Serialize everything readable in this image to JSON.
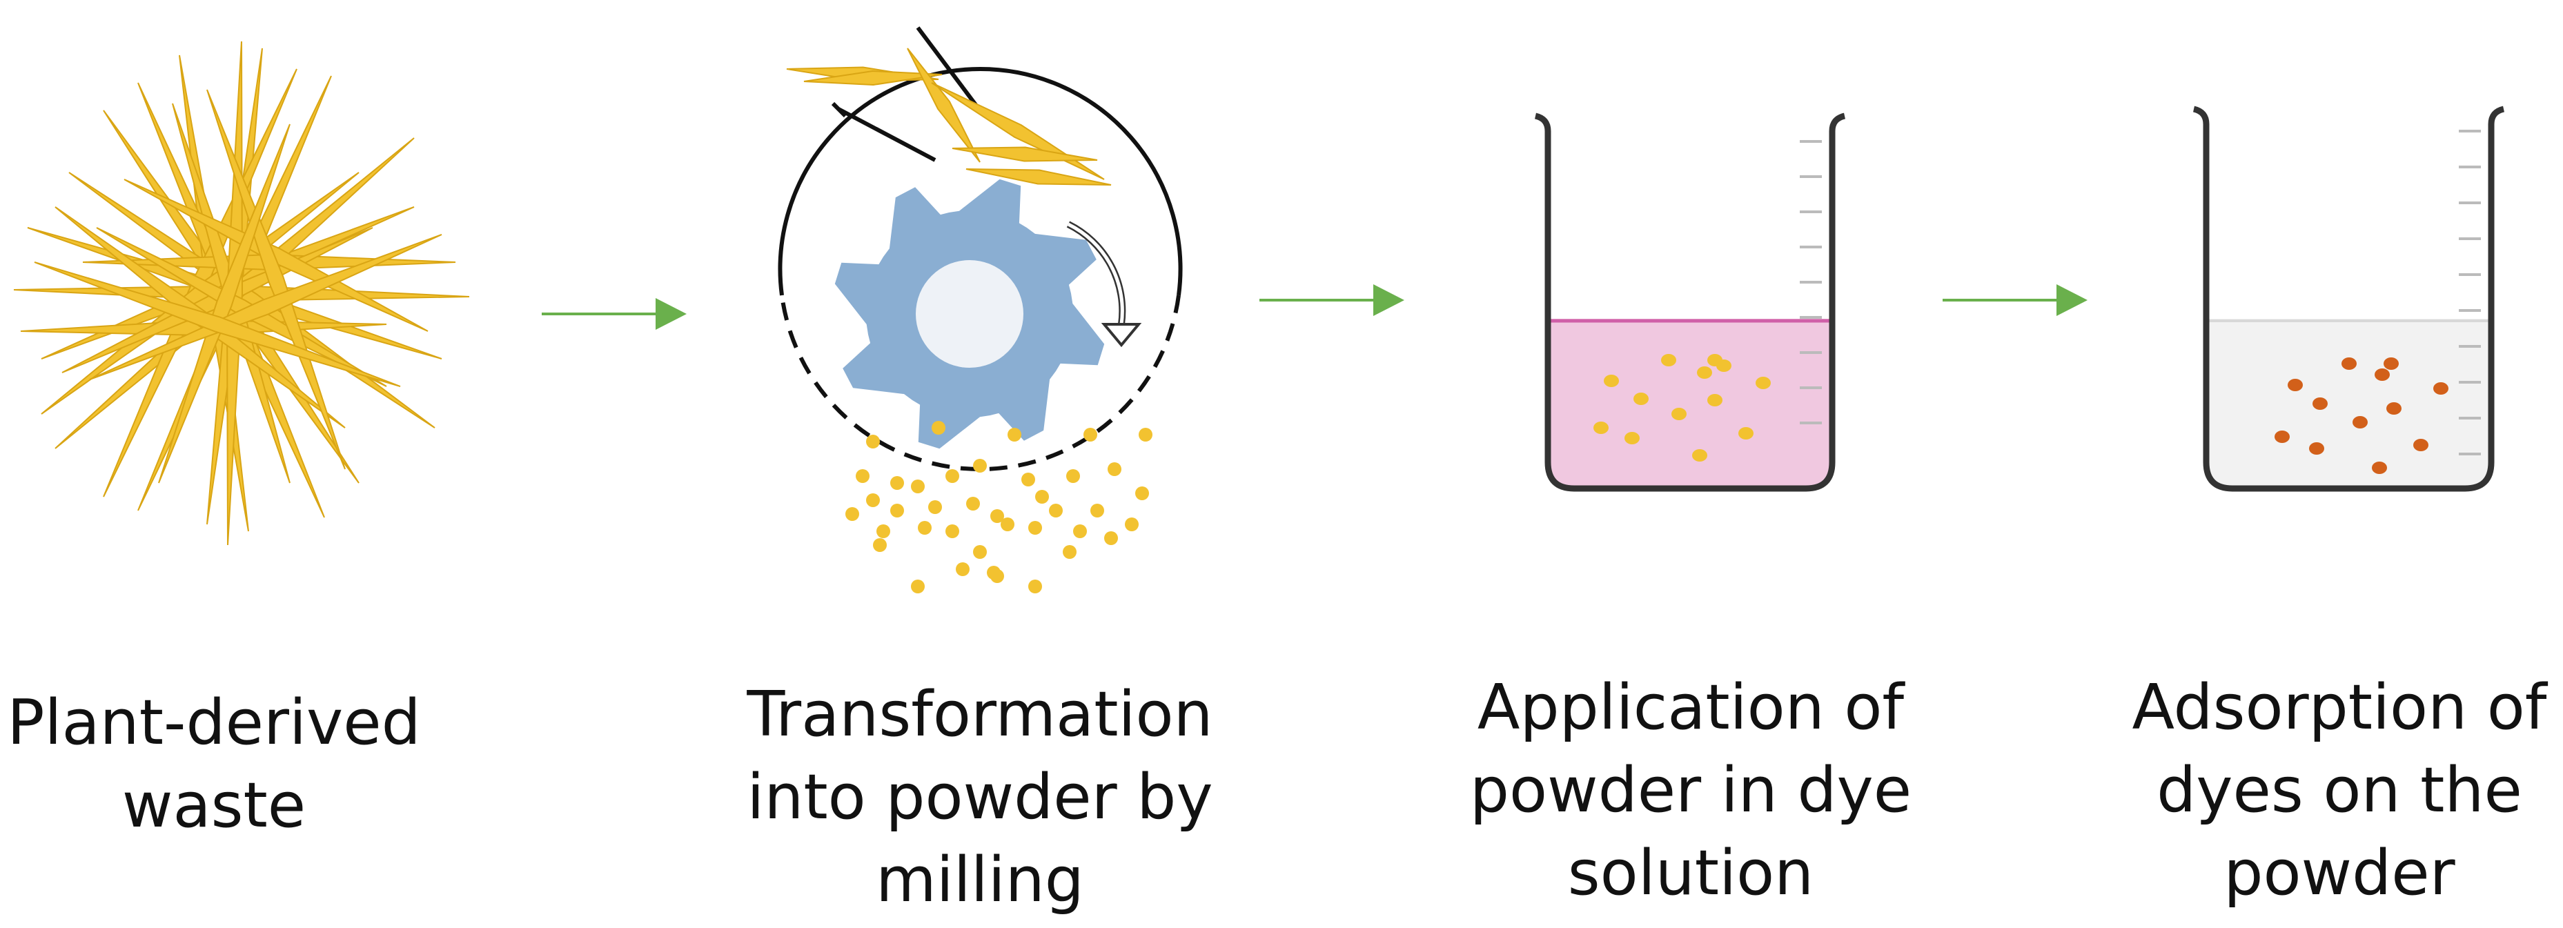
{
  "steps": [
    {
      "id": "plant-waste",
      "label_lines": [
        "Plant-derived",
        "waste"
      ]
    },
    {
      "id": "milling",
      "label_lines": [
        "Transformation",
        "into powder by",
        "milling"
      ]
    },
    {
      "id": "dye-application",
      "label_lines": [
        "Application of",
        "powder in dye",
        "solution"
      ]
    },
    {
      "id": "adsorption",
      "label_lines": [
        "Adsorption of",
        "dyes on the",
        "powder"
      ]
    }
  ],
  "colors": {
    "straw": "#f2c230",
    "straw_edge": "#d9a514",
    "arrow": "#6ab04c",
    "gear": "#8aaed2",
    "gear_hub": "#eef2f7",
    "dye_solution": "#f0c8e0",
    "dye_surface": "#d060a8",
    "clear_solution": "#f2f2f2",
    "dyed_particle": "#d2601a",
    "beaker_outline": "#333333",
    "tick": "#bbbbbb"
  }
}
